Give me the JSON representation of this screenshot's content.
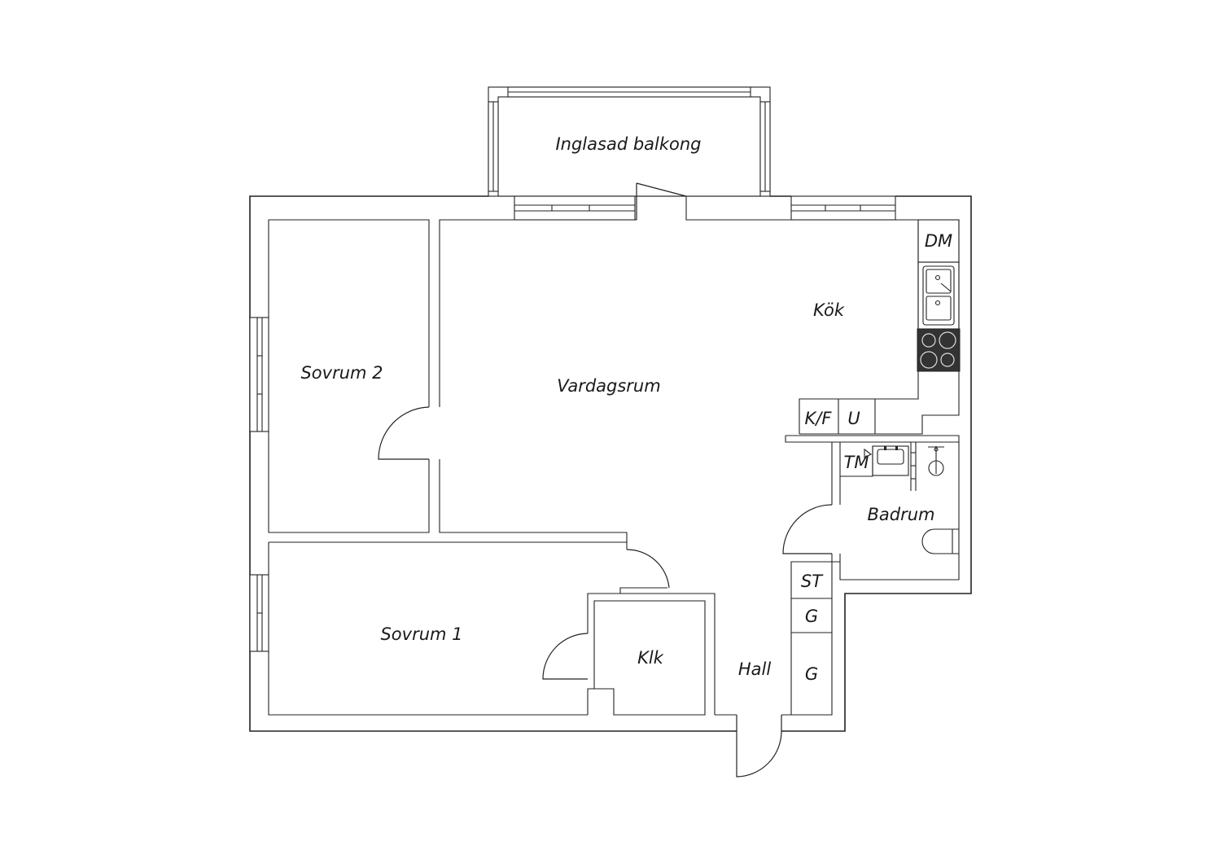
{
  "floorplan": {
    "rooms": {
      "balcony": "Inglasad balkong",
      "bedroom2": "Sovrum 2",
      "living": "Vardagsrum",
      "kitchen": "Kök",
      "bathroom": "Badrum",
      "bedroom1": "Sovrum 1",
      "closet": "Klk",
      "hall": "Hall"
    },
    "fixtures": {
      "dishwasher": "DM",
      "fridge_freezer": "K/F",
      "oven": "U",
      "washing_machine": "TM",
      "storage": "ST",
      "wardrobe_1": "G",
      "wardrobe_2": "G"
    }
  }
}
